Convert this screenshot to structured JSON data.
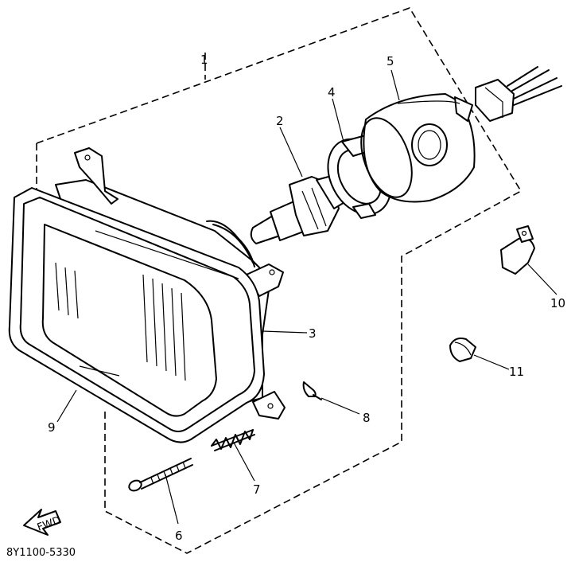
{
  "callouts": {
    "c1": "1",
    "c2": "2",
    "c3": "3",
    "c4": "4",
    "c5": "5",
    "c6": "6",
    "c7": "7",
    "c8": "8",
    "c9": "9",
    "c10": "10",
    "c11": "11"
  },
  "fwd_label": "FWD",
  "diagram_code": "8Y1100-5330"
}
